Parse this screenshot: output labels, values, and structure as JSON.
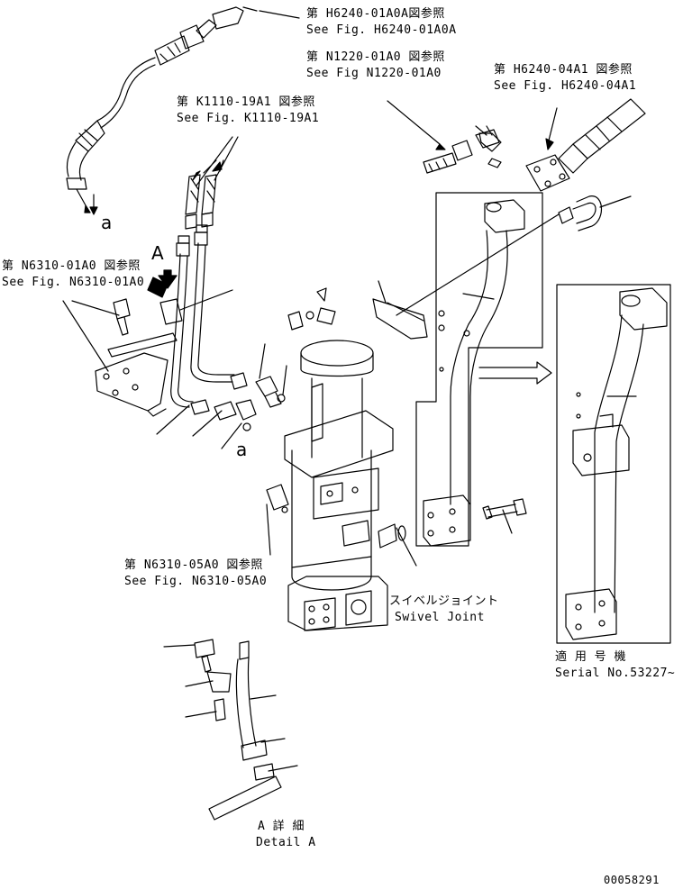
{
  "refs": {
    "h6240_01a0a": {
      "jp": "第 H6240-01A0A図参照",
      "en": "See Fig. H6240-01A0A"
    },
    "n1220_01a0": {
      "jp": "第 N1220-01A0 図参照",
      "en": "See Fig N1220-01A0"
    },
    "h6240_04a1": {
      "jp": "第 H6240-04A1 図参照",
      "en": "See Fig. H6240-04A1"
    },
    "k1110_19a1": {
      "jp": "第 K1110-19A1 図参照",
      "en": "See Fig. K1110-19A1"
    },
    "n6310_01a0": {
      "jp": "第 N6310-01A0 図参照",
      "en": "See Fig. N6310-01A0"
    },
    "n6310_05a0": {
      "jp": "第 N6310-05A0 図参照",
      "en": "See Fig. N6310-05A0"
    }
  },
  "swivel": {
    "jp": "スイベルジョイント",
    "en": "Swivel Joint"
  },
  "serial": {
    "jp": "適 用 号 機",
    "en": "Serial No.53227~"
  },
  "detail": {
    "jp": "A 詳 細",
    "en": "Detail A"
  },
  "markers": {
    "a_top": "a",
    "a_mid": "a",
    "A": "A"
  },
  "drawing_no": "00058291"
}
